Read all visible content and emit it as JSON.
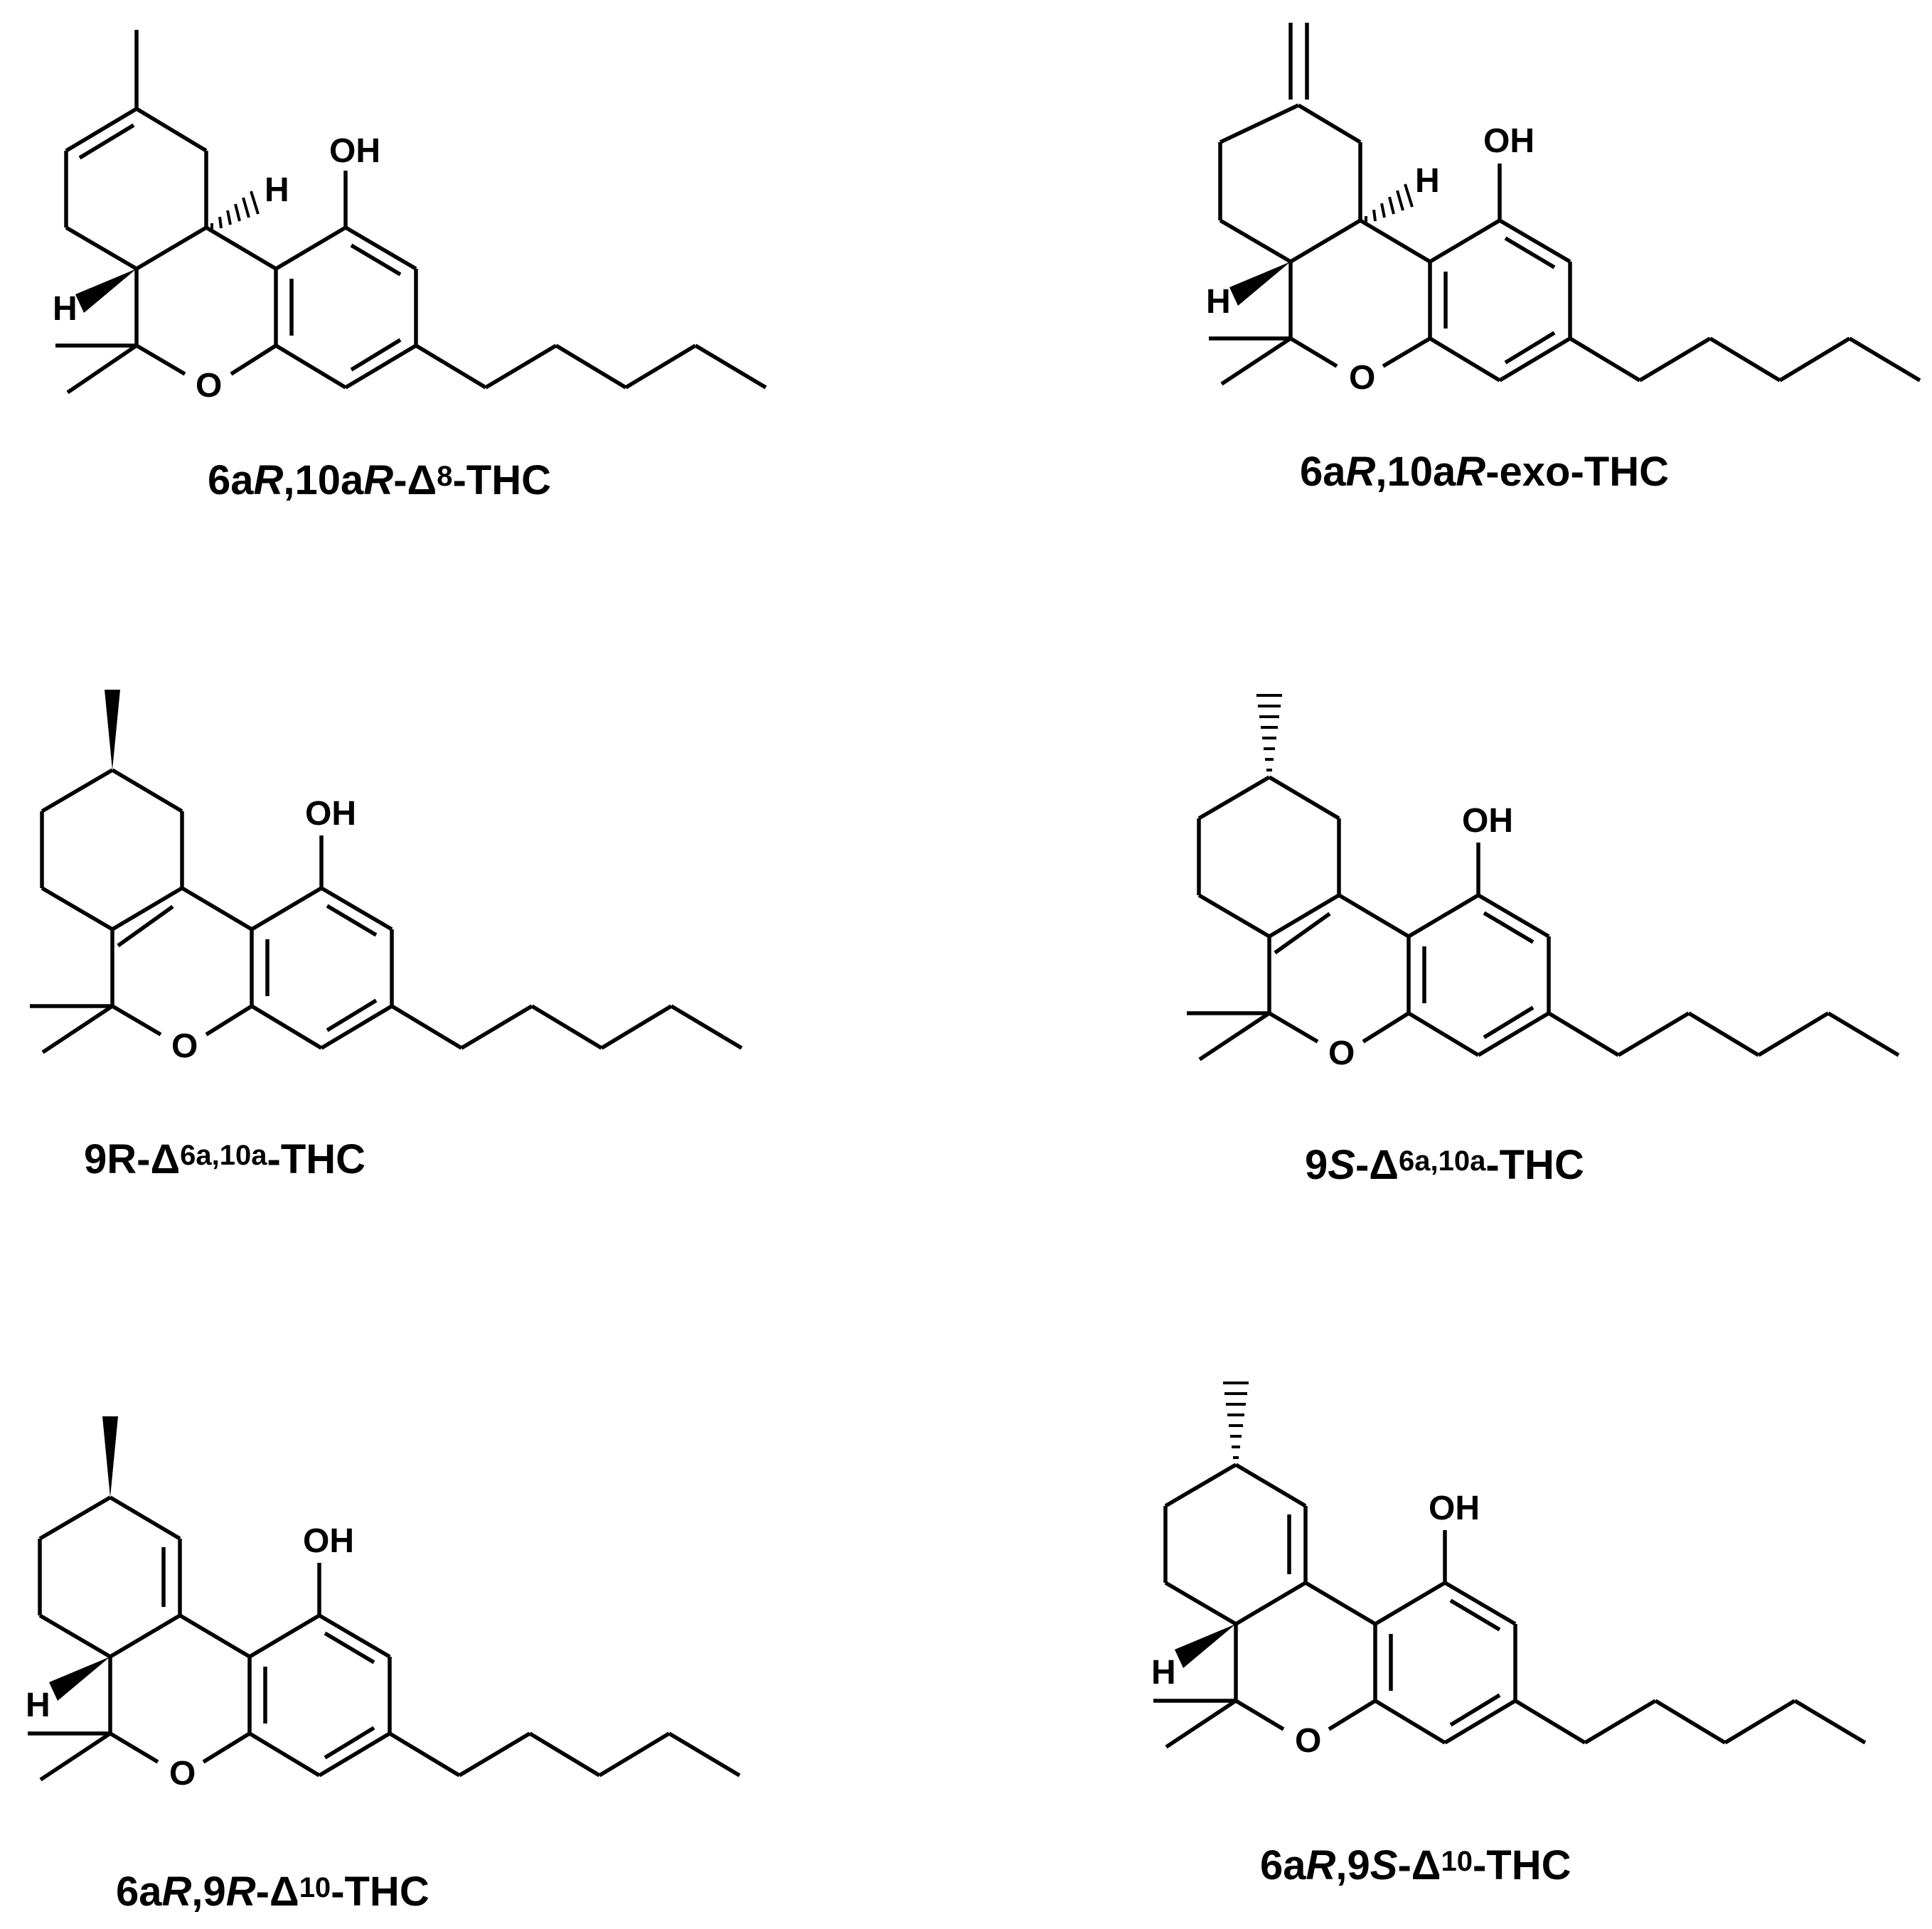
{
  "figure": {
    "compounds": [
      {
        "id": "delta8",
        "label": {
          "parts": [
            [
              "6a",
              ""
            ],
            [
              "R",
              "i"
            ],
            [
              ",10a",
              ""
            ],
            [
              "R",
              "i"
            ],
            [
              "-Δ",
              ""
            ],
            [
              "8",
              "s"
            ],
            [
              "-THC",
              ""
            ]
          ]
        },
        "atoms": {
          "oh": "OH",
          "o": "O",
          "h1": "H",
          "h2": "H"
        }
      },
      {
        "id": "exo",
        "label": {
          "parts": [
            [
              "6a",
              ""
            ],
            [
              "R",
              "i"
            ],
            [
              ",10a",
              ""
            ],
            [
              "R",
              "i"
            ],
            [
              "-exo-THC",
              ""
            ]
          ]
        },
        "atoms": {
          "oh": "OH",
          "o": "O",
          "h1": "H",
          "h2": "H"
        }
      },
      {
        "id": "9r-delta6a10a",
        "label": {
          "parts": [
            [
              "9R-Δ",
              ""
            ],
            [
              "6a,10a",
              "s"
            ],
            [
              "-THC",
              ""
            ]
          ]
        },
        "atoms": {
          "oh": "OH",
          "o": "O"
        }
      },
      {
        "id": "9s-delta6a10a",
        "label": {
          "parts": [
            [
              "9",
              ""
            ],
            [
              "S",
              "i"
            ],
            [
              "-Δ",
              ""
            ],
            [
              "6a,10a",
              "s"
            ],
            [
              "-THC",
              ""
            ]
          ]
        },
        "atoms": {
          "oh": "OH",
          "o": "O"
        }
      },
      {
        "id": "6ar9r-delta10",
        "label": {
          "parts": [
            [
              "6a",
              ""
            ],
            [
              "R",
              "i"
            ],
            [
              ",9",
              ""
            ],
            [
              "R",
              "i"
            ],
            [
              "-Δ",
              ""
            ],
            [
              "10",
              "s"
            ],
            [
              "-THC",
              ""
            ]
          ]
        },
        "atoms": {
          "oh": "OH",
          "o": "O",
          "h2": "H"
        }
      },
      {
        "id": "6ar9s-delta10",
        "label": {
          "parts": [
            [
              "6a",
              ""
            ],
            [
              "R",
              "i"
            ],
            [
              ",9",
              ""
            ],
            [
              "S",
              "i"
            ],
            [
              "-Δ",
              ""
            ],
            [
              "10",
              "s"
            ],
            [
              "-THC",
              ""
            ]
          ]
        },
        "atoms": {
          "oh": "OH",
          "o": "O",
          "h2": "H"
        }
      }
    ]
  }
}
